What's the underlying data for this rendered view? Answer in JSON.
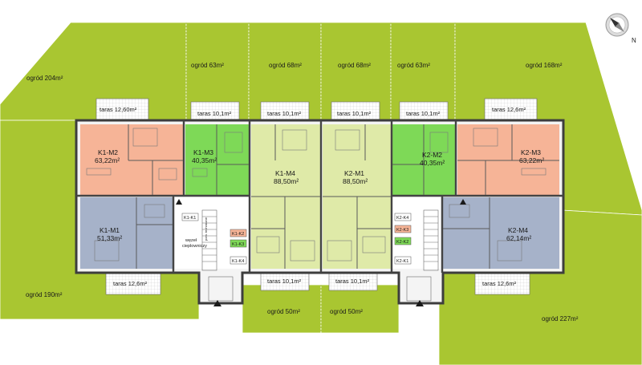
{
  "compass": {
    "north_label": "N",
    "icon": "compass-icon"
  },
  "colors": {
    "garden": "#a9c631",
    "apt_k1m2": "#f6b497",
    "apt_k1m3": "#7ed957",
    "apt_k1m4": "#dfeaa8",
    "apt_k1m1": "#a6b2c9",
    "wall": "#444444",
    "terrace": "#ffffff"
  },
  "gardens": {
    "g1": "ogród 204m²",
    "g2": "ogród 63m²",
    "g3": "ogród 68m²",
    "g4": "ogród 68m²",
    "g5": "ogród 63m²",
    "g6": "ogród 168m²",
    "g7": "ogród 190m²",
    "g8": "ogród 50m²",
    "g9": "ogród 50m²",
    "g10": "ogród 227m²"
  },
  "terraces": {
    "t1": "taras 12,60m²",
    "t2": "taras 10,1m²",
    "t3": "taras 10,1m²",
    "t4": "taras 10,1m²",
    "t5": "taras 10,1m²",
    "t6": "taras 12,6m²",
    "t7": "taras 12,6m²",
    "t8": "taras 10,1m²",
    "t9": "taras 10,1m²",
    "t10": "taras 12,6m²"
  },
  "apartments": [
    {
      "name": "K1-M2",
      "area": "63,22m²"
    },
    {
      "name": "K1-M3",
      "area": "40,35m²"
    },
    {
      "name": "K1-M4",
      "area": "88,50m²"
    },
    {
      "name": "K2-M1",
      "area": "88,50m²"
    },
    {
      "name": "K2-M2",
      "area": "40,35m²"
    },
    {
      "name": "K2-M3",
      "area": "63,22m²"
    },
    {
      "name": "K1-M1",
      "area": "51,33m²"
    },
    {
      "name": "K2-M4",
      "area": "62,14m²"
    }
  ],
  "storage": {
    "k1": [
      "K1-K1",
      "K1-K2",
      "K1-K3",
      "K1-K4"
    ],
    "k2": [
      "K2-K4",
      "K2-K3",
      "K2-K2",
      "K2-K1"
    ]
  },
  "utility_room": {
    "line1": "węzeł",
    "line2": "cieplowniczy"
  },
  "stair_note": "pom. techniczne"
}
